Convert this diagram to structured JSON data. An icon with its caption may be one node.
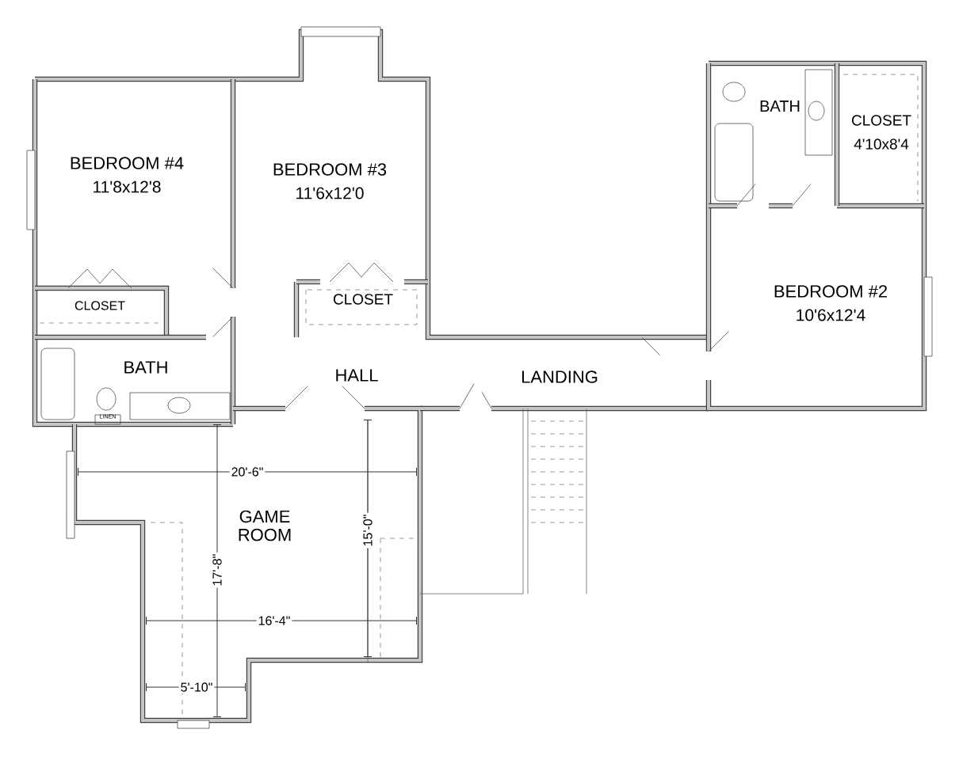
{
  "diagram": {
    "labels": [
      "BATH",
      "CLOSET",
      "4'10x8'4",
      "BEDROOM #4",
      "11'8x12'8",
      "BEDROOM #3",
      "11'6x12'0",
      "CLOSET",
      "CLOSET",
      "BEDROOM #2",
      "10'6x12'4",
      "BATH",
      "HALL",
      "LANDING",
      "LINEN",
      "20'-6\"",
      "GAME ROOM",
      "15'-0\"",
      "17'-8\"",
      "16'-4\"",
      "5'-10\""
    ]
  }
}
